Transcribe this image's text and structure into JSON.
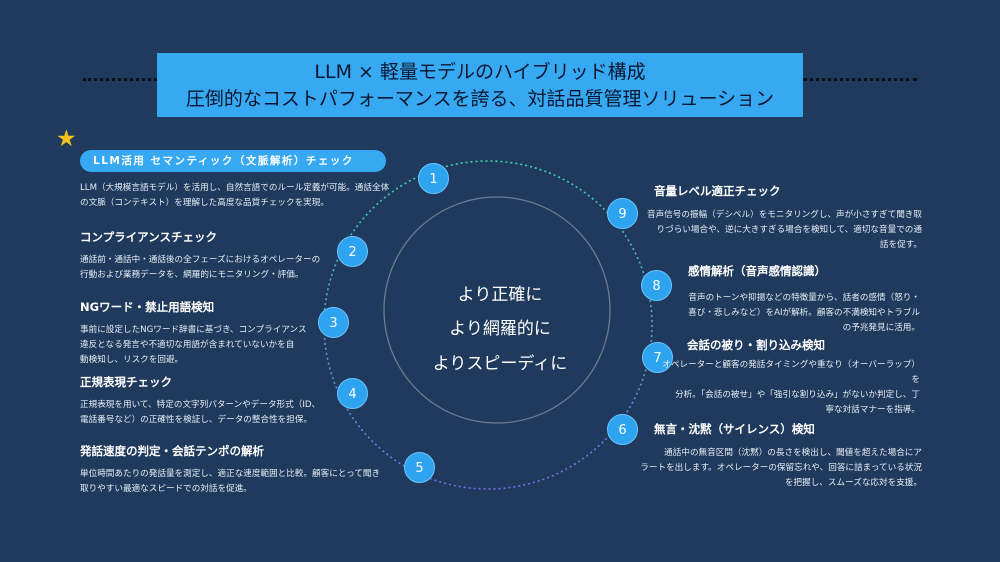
{
  "title": {
    "line1": "LLM × 軽量モデルのハイブリッド構成",
    "line2": "圧倒的なコストパフォーマンスを誇る、対話品質管理ソリューション"
  },
  "center": [
    "より正確に",
    "より網羅的に",
    "よりスピーディに"
  ],
  "left_items": [
    {
      "num": "1",
      "heading": "LLM活用 セマンティック（文脈解析）チェック",
      "lines": [
        "LLM（大規模言語モデル）を活用し、自然言語でのルール定義が可能。通話全体",
        "の文脈（コンテキスト）を理解した高度な品質チェックを実現。"
      ]
    },
    {
      "num": "2",
      "heading": "コンプライアンスチェック",
      "lines": [
        "通話前・通話中・通話後の全フェーズにおけるオペレーターの",
        "行動および業務データを、網羅的にモニタリング・評価。"
      ]
    },
    {
      "num": "3",
      "heading": "NGワード・禁止用語検知",
      "lines": [
        "事前に設定したNGワード辞書に基づき、コンプライアンス",
        "違反となる発言や不適切な用語が含まれていないかを自",
        "動検知し、リスクを回避。"
      ]
    },
    {
      "num": "4",
      "heading": "正規表現チェック",
      "lines": [
        "正規表現を用いて、特定の文字列パターンやデータ形式（ID、",
        "電話番号など）の正確性を検証し、データの整合性を担保。"
      ]
    },
    {
      "num": "5",
      "heading": "発話速度の判定・会話テンポの解析",
      "lines": [
        "単位時間あたりの発話量を測定し、適正な速度範囲と比較。顧客にとって聞き",
        "取りやすい最適なスピードでの対話を促進。"
      ]
    }
  ],
  "right_items": [
    {
      "num": "9",
      "heading": "音量レベル適正チェック",
      "lines": [
        "音声信号の振幅（デシベル）をモニタリングし、声が小さすぎて聞き取",
        "りづらい場合や、逆に大きすぎる場合を検知して、適切な音量での通",
        "話を促す。"
      ]
    },
    {
      "num": "8",
      "heading": "感情解析（音声感情認識）",
      "lines": [
        "音声のトーンや抑揚などの特徴量から、話者の感情（怒り・",
        "喜び・悲しみなど）をAIが解析。顧客の不満検知やトラブル",
        "の予兆発見に活用。"
      ]
    },
    {
      "num": "7",
      "heading": "会話の被り・割り込み検知",
      "lines": [
        "オペレーターと顧客の発話タイミングや重なり（オーバーラップ）を",
        "分析。「会話の被せ」や「強引な割り込み」がないか判定し、丁",
        "寧な対話マナーを指導。"
      ]
    },
    {
      "num": "6",
      "heading": "無言・沈黙（サイレンス）検知",
      "lines": [
        "通話中の無音区間（沈黙）の長さを検出し、閾値を超えた場合にア",
        "ラートを出します。オペレーターの保留忘れや、回答に詰まっている状況",
        "を把握し、スムーズな応対を支援。"
      ]
    }
  ],
  "colors": {
    "background": "#1f3a5c",
    "accent": "#36a9f2",
    "star": "#f4c21a"
  },
  "icons": {
    "star": "star-icon"
  }
}
